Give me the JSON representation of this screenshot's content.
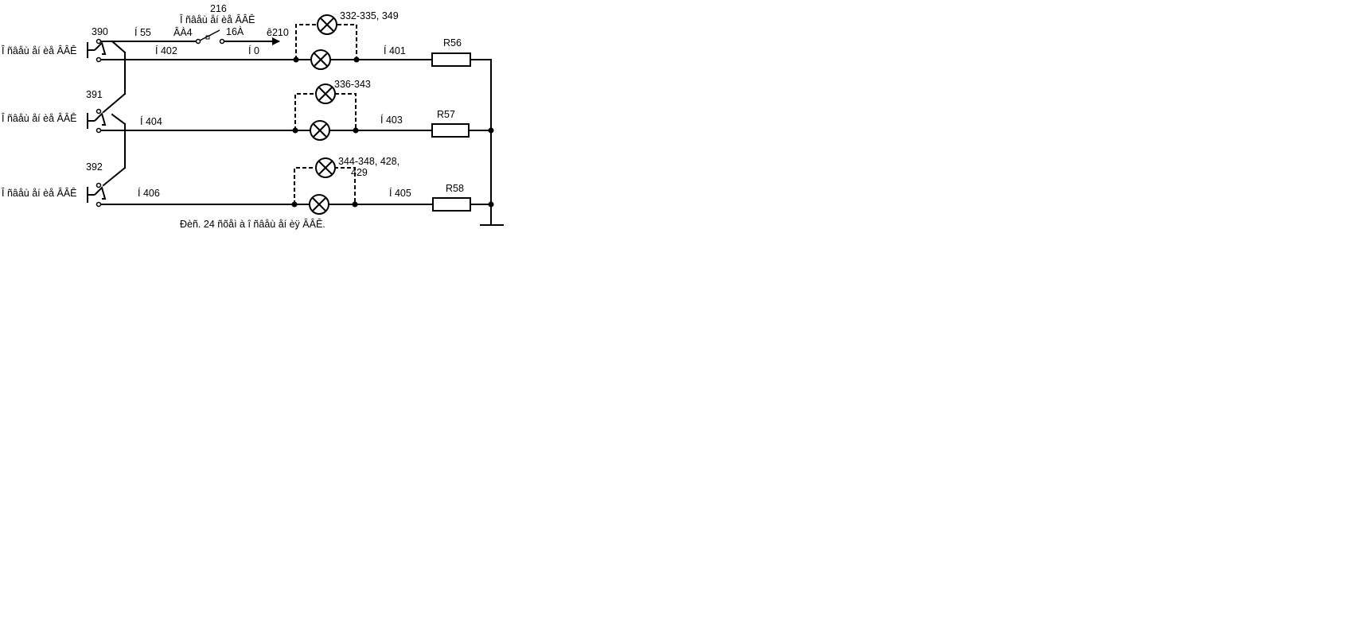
{
  "diagram": {
    "caption": "Ðèñ. 24 ñõåì à î ñâåù åí èÿ ÂÂÊ.",
    "colors": {
      "wire": "#000000",
      "background": "#ffffff"
    },
    "switches": [
      {
        "number": "390",
        "label": "Î ñâåù åí èå ÂÂÊ"
      },
      {
        "number": "391",
        "label": "Î ñâåù åí èå ÂÂÊ"
      },
      {
        "number": "392",
        "label": "Î ñâåù åí èå ÂÂÊ"
      }
    ],
    "breaker": {
      "number": "216",
      "title": "Î ñâåù åí èå ÂÂÊ",
      "name": "ÂÀ4",
      "rating": "16À"
    },
    "external": {
      "wire_in": "Í 55",
      "wire_out": "Í 0",
      "link": "ê210"
    },
    "wires": {
      "w402": "Í 402",
      "w404": "Í 404",
      "w406": "Í 406",
      "w401": "Í 401",
      "w403": "Í 403",
      "w405": "Í 405"
    },
    "lamp_groups": [
      {
        "line1": "332-335, 349",
        "line2": ""
      },
      {
        "line1": "336-343",
        "line2": ""
      },
      {
        "line1": "344-348, 428,",
        "line2": "429"
      }
    ],
    "resistors": [
      "R56",
      "R57",
      "R58"
    ],
    "icons": {
      "lamp": "lamp-icon",
      "resistor": "resistor-icon",
      "switch": "switch-icon",
      "ground": "ground-icon",
      "arrow": "arrow-icon"
    }
  }
}
